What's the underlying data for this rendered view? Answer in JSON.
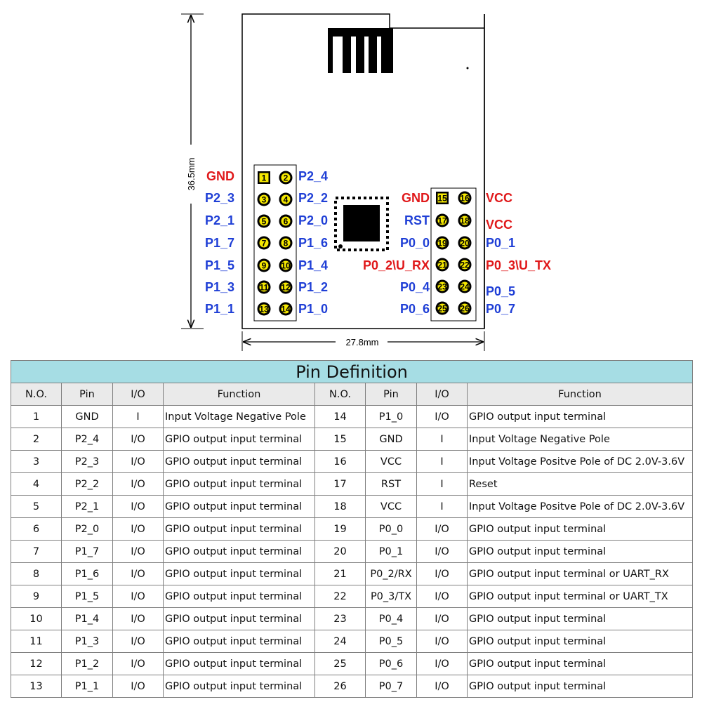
{
  "diagram": {
    "height_dim_label": "36.5mm",
    "width_dim_label": "27.8mm",
    "left_header": {
      "pins": [
        {
          "left": "1",
          "right": "2"
        },
        {
          "left": "3",
          "right": "4"
        },
        {
          "left": "5",
          "right": "6"
        },
        {
          "left": "7",
          "right": "8"
        },
        {
          "left": "9",
          "right": "10"
        },
        {
          "left": "11",
          "right": "12"
        },
        {
          "left": "13",
          "right": "14"
        }
      ],
      "left_labels": [
        {
          "text": "GND",
          "color": "#e0191b"
        },
        {
          "text": "P2_3",
          "color": "#1f3fd6"
        },
        {
          "text": "P2_1",
          "color": "#1f3fd6"
        },
        {
          "text": "P1_7",
          "color": "#1f3fd6"
        },
        {
          "text": "P1_5",
          "color": "#1f3fd6"
        },
        {
          "text": "P1_3",
          "color": "#1f3fd6"
        },
        {
          "text": "P1_1",
          "color": "#1f3fd6"
        }
      ],
      "right_labels": [
        {
          "text": "P2_4",
          "color": "#1f3fd6"
        },
        {
          "text": "P2_2",
          "color": "#1f3fd6"
        },
        {
          "text": "P2_0",
          "color": "#1f3fd6"
        },
        {
          "text": "P1_6",
          "color": "#1f3fd6"
        },
        {
          "text": "P1_4",
          "color": "#1f3fd6"
        },
        {
          "text": "P1_2",
          "color": "#1f3fd6"
        },
        {
          "text": "P1_0",
          "color": "#1f3fd6"
        }
      ]
    },
    "right_header": {
      "pins": [
        {
          "left": "15",
          "right": "16"
        },
        {
          "left": "17",
          "right": "18"
        },
        {
          "left": "19",
          "right": "20"
        },
        {
          "left": "21",
          "right": "22"
        },
        {
          "left": "23",
          "right": "24"
        },
        {
          "left": "25",
          "right": "26"
        }
      ],
      "left_labels": [
        {
          "text": "GND",
          "color": "#e0191b"
        },
        {
          "text": "RST",
          "color": "#1f3fd6"
        },
        {
          "text": "P0_0",
          "color": "#1f3fd6"
        },
        {
          "text": "P0_2\\U_RX",
          "color": "#e0191b"
        },
        {
          "text": "P0_4",
          "color": "#1f3fd6"
        },
        {
          "text": "P0_6",
          "color": "#1f3fd6"
        }
      ],
      "right_labels": [
        {
          "text": "VCC",
          "color": "#e0191b"
        },
        {
          "text": "VCC",
          "color": "#e0191b"
        },
        {
          "text": "P0_1",
          "color": "#1f3fd6"
        },
        {
          "text": "P0_3\\U_TX",
          "color": "#e0191b"
        },
        {
          "text": "P0_5",
          "color": "#1f3fd6"
        },
        {
          "text": "P0_7",
          "color": "#1f3fd6"
        }
      ]
    },
    "colors": {
      "gnd_vcc_uart": "#e0191b",
      "gpio": "#1f3fd6",
      "pin_fill": "#f5e800"
    }
  },
  "table": {
    "title": "Pin Definition",
    "headers": [
      "N.O.",
      "Pin",
      "I/O",
      "Function",
      "N.O.",
      "Pin",
      "I/O",
      "Function"
    ],
    "rows": [
      [
        "1",
        "GND",
        "I",
        "Input Voltage Negative Pole",
        "14",
        "P1_0",
        "I/O",
        "GPIO output input terminal"
      ],
      [
        "2",
        "P2_4",
        "I/O",
        "GPIO output input terminal",
        "15",
        "GND",
        "I",
        "Input Voltage Negative Pole"
      ],
      [
        "3",
        "P2_3",
        "I/O",
        "GPIO output input terminal",
        "16",
        "VCC",
        "I",
        "Input Voltage Positve Pole of DC 2.0V-3.6V"
      ],
      [
        "4",
        "P2_2",
        "I/O",
        "GPIO output input terminal",
        "17",
        "RST",
        "I",
        "Reset"
      ],
      [
        "5",
        "P2_1",
        "I/O",
        "GPIO output input terminal",
        "18",
        "VCC",
        "I",
        "Input Voltage Positve Pole of DC 2.0V-3.6V"
      ],
      [
        "6",
        "P2_0",
        "I/O",
        "GPIO output input terminal",
        "19",
        "P0_0",
        "I/O",
        "GPIO output input terminal"
      ],
      [
        "7",
        "P1_7",
        "I/O",
        "GPIO output input terminal",
        "20",
        "P0_1",
        "I/O",
        "GPIO output input terminal"
      ],
      [
        "8",
        "P1_6",
        "I/O",
        "GPIO output input terminal",
        "21",
        "P0_2/RX",
        "I/O",
        "GPIO output input terminal or UART_RX"
      ],
      [
        "9",
        "P1_5",
        "I/O",
        "GPIO output input terminal",
        "22",
        "P0_3/TX",
        "I/O",
        "GPIO output input terminal or UART_TX"
      ],
      [
        "10",
        "P1_4",
        "I/O",
        "GPIO output input terminal",
        "23",
        "P0_4",
        "I/O",
        "GPIO output input terminal"
      ],
      [
        "11",
        "P1_3",
        "I/O",
        "GPIO output input terminal",
        "24",
        "P0_5",
        "I/O",
        "GPIO output input terminal"
      ],
      [
        "12",
        "P1_2",
        "I/O",
        "GPIO output input terminal",
        "25",
        "P0_6",
        "I/O",
        "GPIO output input terminal"
      ],
      [
        "13",
        "P1_1",
        "I/O",
        "GPIO output input terminal",
        "26",
        "P0_7",
        "I/O",
        "GPIO output input terminal"
      ]
    ]
  }
}
